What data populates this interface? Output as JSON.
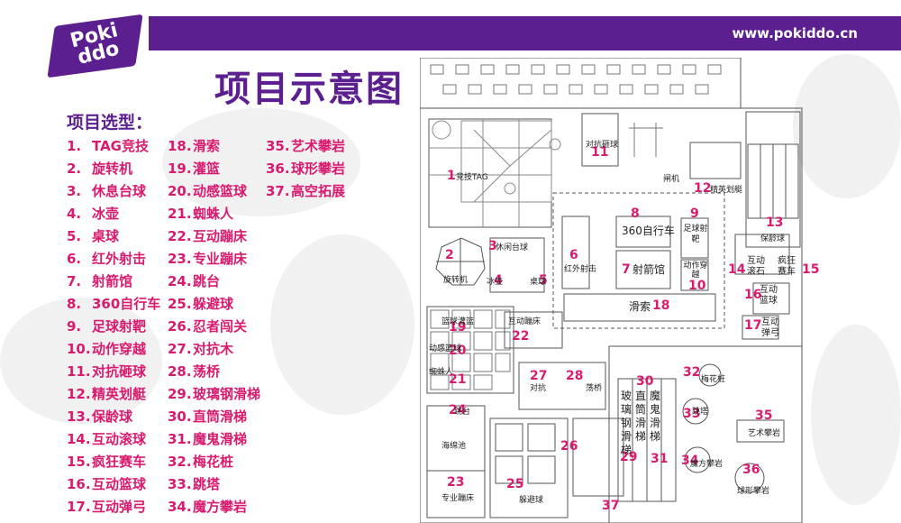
{
  "header": {
    "url": "www.pokiddo.cn",
    "logo_text": "Poki ddo"
  },
  "title": "项目示意图",
  "selection_label": "项目选型：",
  "project_columns": [
    [
      {
        "num": "1.",
        "name": "TAG竞技"
      },
      {
        "num": "2.",
        "name": "旋转机"
      },
      {
        "num": "3.",
        "name": "休息台球"
      },
      {
        "num": "4.",
        "name": "冰壶"
      },
      {
        "num": "5.",
        "name": "桌球"
      },
      {
        "num": "6.",
        "name": "红外射击"
      },
      {
        "num": "7.",
        "name": "射箭馆"
      },
      {
        "num": "8.",
        "name": "360自行车"
      },
      {
        "num": "9.",
        "name": "足球射靶"
      },
      {
        "num": "10.",
        "name": "动作穿越"
      },
      {
        "num": "11.",
        "name": "对抗砸球"
      },
      {
        "num": "12.",
        "name": "精英划艇"
      },
      {
        "num": "13.",
        "name": "保龄球"
      },
      {
        "num": "14.",
        "name": "互动滚球"
      },
      {
        "num": "15.",
        "name": "疯狂赛车"
      },
      {
        "num": "16.",
        "name": "互动篮球"
      },
      {
        "num": "17.",
        "name": "互动弹弓"
      }
    ],
    [
      {
        "num": "18.",
        "name": "滑索"
      },
      {
        "num": "19.",
        "name": "灌篮"
      },
      {
        "num": "20.",
        "name": "动感篮球"
      },
      {
        "num": "21.",
        "name": "蜘蛛人"
      },
      {
        "num": "22.",
        "name": "互动蹦床"
      },
      {
        "num": "23.",
        "name": "专业蹦床"
      },
      {
        "num": "24.",
        "name": "跳台"
      },
      {
        "num": "25.",
        "name": "躲避球"
      },
      {
        "num": "26.",
        "name": "忍者闯关"
      },
      {
        "num": "27.",
        "name": "对抗木"
      },
      {
        "num": "28.",
        "name": "荡桥"
      },
      {
        "num": "29.",
        "name": "玻璃钢滑梯"
      },
      {
        "num": "30.",
        "name": "直筒滑梯"
      },
      {
        "num": "31.",
        "name": "魔鬼滑梯"
      },
      {
        "num": "32.",
        "name": "梅花桩"
      },
      {
        "num": "33.",
        "name": "跳塔"
      },
      {
        "num": "34.",
        "name": "魔方攀岩"
      }
    ],
    [
      {
        "num": "35.",
        "name": "艺术攀岩"
      },
      {
        "num": "36.",
        "name": "球形攀岩"
      },
      {
        "num": "37.",
        "name": "高空拓展"
      }
    ]
  ],
  "plan_labels": {
    "n1": "1",
    "t1": "竞技TAG",
    "n2": "2",
    "t2": "旋转机",
    "n3": "3",
    "t3": "休闲台球",
    "n4": "4",
    "t4": "冰壶",
    "n5": "5",
    "t5": "桌球",
    "n6": "6",
    "t6": "红外射击",
    "n7": "7",
    "t7": "射箭馆",
    "n8": "8",
    "t8": "360自行车",
    "n9": "9",
    "t9": "足球射靶",
    "n10": "10",
    "t10": "动作穿越",
    "n11": "11",
    "t11": "对抗砸球",
    "n12": "12",
    "t12": "精英划艇",
    "n13": "13",
    "t13": "保龄球",
    "n14": "14",
    "t14": "互动滚石",
    "n15": "15",
    "t15": "疯狂赛车",
    "n16": "16",
    "t16": "互动篮球",
    "n17": "17",
    "t17": "互动弹弓",
    "n18": "18",
    "t18": "滑索",
    "n19": "19",
    "t19": "篮球灌篮",
    "n20": "20",
    "t20": "动感篮球",
    "n21": "21",
    "t21": "蜘蛛人",
    "n22": "22",
    "t22": "互动蹦床",
    "n23": "23",
    "t23": "专业蹦床",
    "n24": "24",
    "t24": "跳台",
    "n25": "25",
    "t25": "躲避球",
    "n26": "26",
    "n27": "27",
    "t27": "对抗",
    "n28": "28",
    "t28": "荡桥",
    "n29": "29",
    "t29": "玻璃钢滑梯",
    "n30": "30",
    "t30": "直筒滑梯",
    "n31": "31",
    "t31": "魔鬼滑梯",
    "n32": "32",
    "t32": "梅花桩",
    "n33": "33",
    "t33": "跳塔",
    "n34": "34",
    "t34": "魔方攀岩",
    "n35": "35",
    "t35": "艺术攀岩",
    "n36": "36",
    "t36": "球形攀岩",
    "n37": "37",
    "gate": "闸机",
    "pit": "海绵池"
  },
  "colors": {
    "brand": "#5b1f8f",
    "accent": "#d81b6f",
    "line": "#555555"
  }
}
